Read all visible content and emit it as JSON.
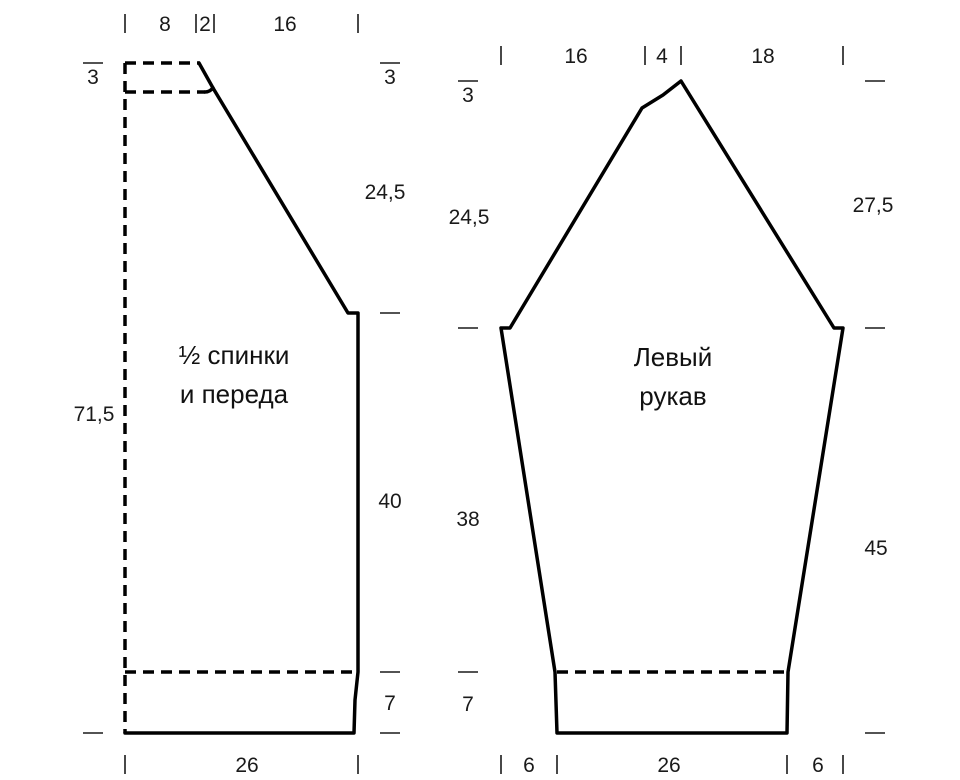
{
  "pieces": {
    "body": {
      "title_line1": "½ спинки",
      "title_line2": "и переда",
      "dims": {
        "top_neck_width": "8",
        "top_neck_step": "2",
        "top_shoulder_width": "16",
        "neck_drop_left": "3",
        "neck_drop_right": "3",
        "raglan_height": "24,5",
        "total_height": "71,5",
        "side_height": "40",
        "rib_height": "7",
        "bottom_width": "26"
      }
    },
    "sleeve": {
      "title_line1": "Левый",
      "title_line2": "рукав",
      "dims": {
        "top_left_width": "16",
        "top_mid_width": "4",
        "top_right_width": "18",
        "cap_drop": "3",
        "left_raglan_height": "24,5",
        "right_raglan_height": "27,5",
        "left_side_height": "38",
        "right_side_height": "45",
        "rib_height": "7",
        "bottom_left_taper": "6",
        "bottom_width": "26",
        "bottom_right_taper": "6"
      }
    }
  }
}
